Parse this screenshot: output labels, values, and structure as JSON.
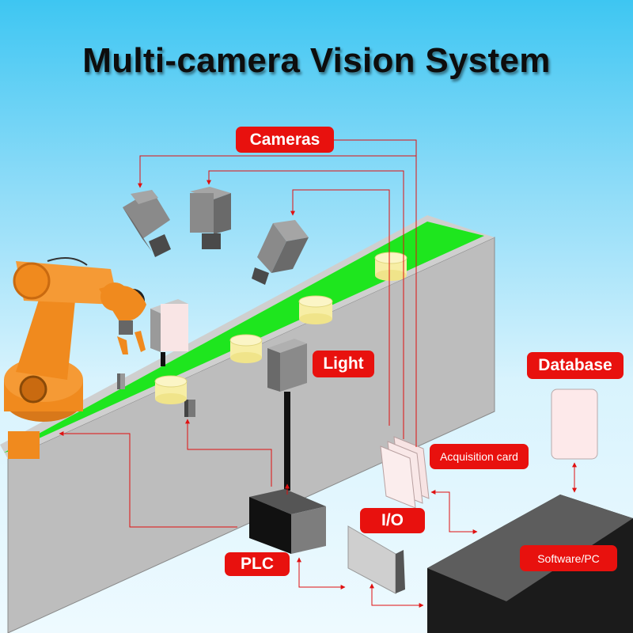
{
  "title": "Multi-camera Vision System",
  "labels": {
    "cameras": "Cameras",
    "light": "Light",
    "database": "Database",
    "acquisition_card": "Acquisition card",
    "io": "I/O",
    "plc": "PLC",
    "software_pc": "Software/PC"
  },
  "colors": {
    "label_bg": "#e8110e",
    "label_text": "#ffffff",
    "connector": "#e01010",
    "conveyor_belt": "#1ee61e",
    "conveyor_body": "#bdbdbd",
    "robot_arm": "#f08a1e",
    "product": "#f7eea5"
  }
}
